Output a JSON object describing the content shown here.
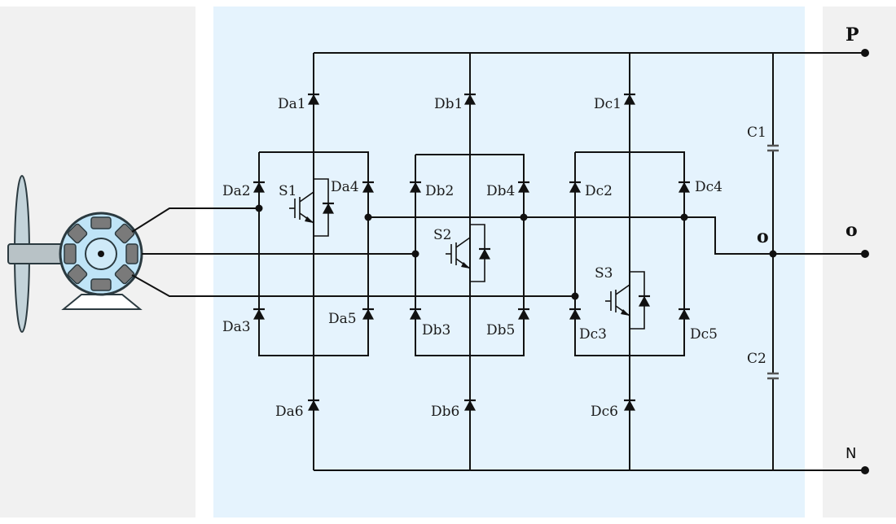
{
  "colors": {
    "left_panel": "#f1f1f1",
    "center_panel": "#e5f3fd",
    "right_panel": "#f1f1f1",
    "motor_body": "#bfe4f7",
    "motor_stator": "#7a7a7a",
    "line": "#111111"
  },
  "icons": {
    "generator": "wind-turbine-generator-icon"
  },
  "terminals": {
    "p": "P",
    "o": "o",
    "n": "N",
    "mid_node": "o"
  },
  "capacitors": {
    "c1": "C1",
    "c2": "C2"
  },
  "switches": {
    "s1": "S1",
    "s2": "S2",
    "s3": "S3"
  },
  "diodes": {
    "da1": "Da1",
    "da2": "Da2",
    "da3": "Da3",
    "da4": "Da4",
    "da5": "Da5",
    "da6": "Da6",
    "db1": "Db1",
    "db2": "Db2",
    "db3": "Db3",
    "db4": "Db4",
    "db5": "Db5",
    "db6": "Db6",
    "dc1": "Dc1",
    "dc2": "Dc2",
    "dc3": "Dc3",
    "dc4": "Dc4",
    "dc5": "Dc5",
    "dc6": "Dc6"
  }
}
